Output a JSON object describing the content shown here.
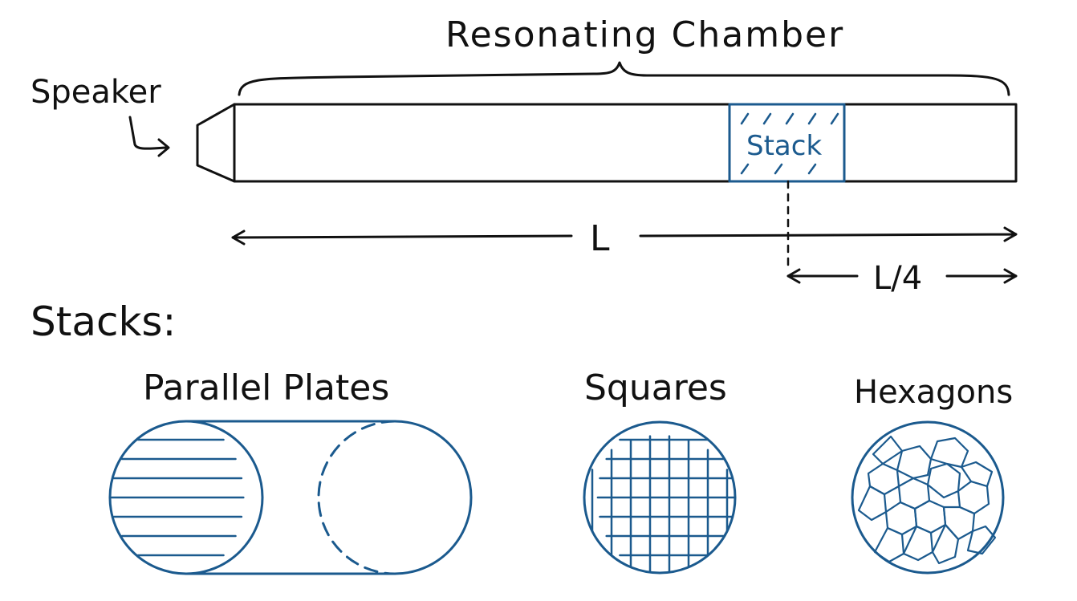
{
  "labels": {
    "resonating_chamber": "Resonating Chamber",
    "speaker": "Speaker",
    "stack": "Stack",
    "length": "L",
    "quarter_length": "L/4",
    "stacks_heading": "Stacks:"
  },
  "stack_types": [
    {
      "label": "Parallel Plates",
      "icon": "parallel-plates-cylinder"
    },
    {
      "label": "Squares",
      "icon": "square-grid-disc"
    },
    {
      "label": "Hexagons",
      "icon": "hexagon-cell-disc"
    }
  ],
  "colors": {
    "ink": "#111111",
    "stack_blue": "#1b5a8e",
    "background": "#ffffff"
  }
}
